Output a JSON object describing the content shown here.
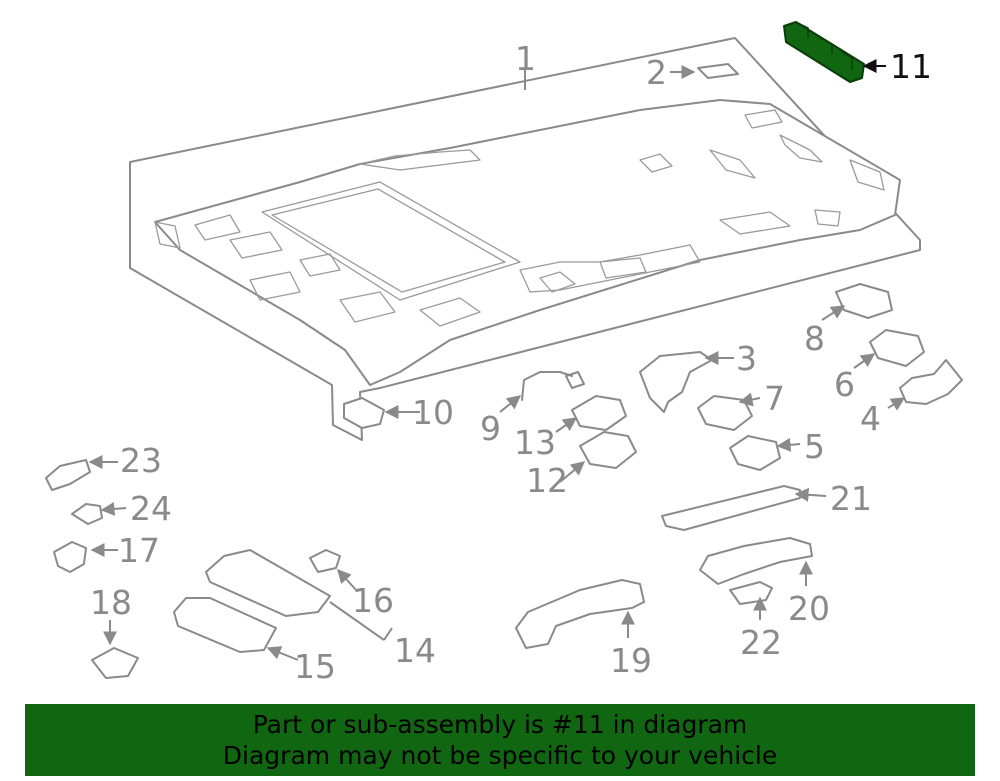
{
  "diagram": {
    "highlight_color": "#116611",
    "highlighted_part": "11",
    "callouts": [
      "1",
      "2",
      "3",
      "4",
      "5",
      "6",
      "7",
      "8",
      "9",
      "10",
      "11",
      "12",
      "13",
      "14",
      "15",
      "16",
      "17",
      "18",
      "19",
      "20",
      "21",
      "22",
      "23",
      "24"
    ]
  },
  "banner": {
    "line1": "Part or sub-assembly is #11 in diagram",
    "line2": "Diagram may not be specific to your vehicle",
    "background": "#116611"
  }
}
